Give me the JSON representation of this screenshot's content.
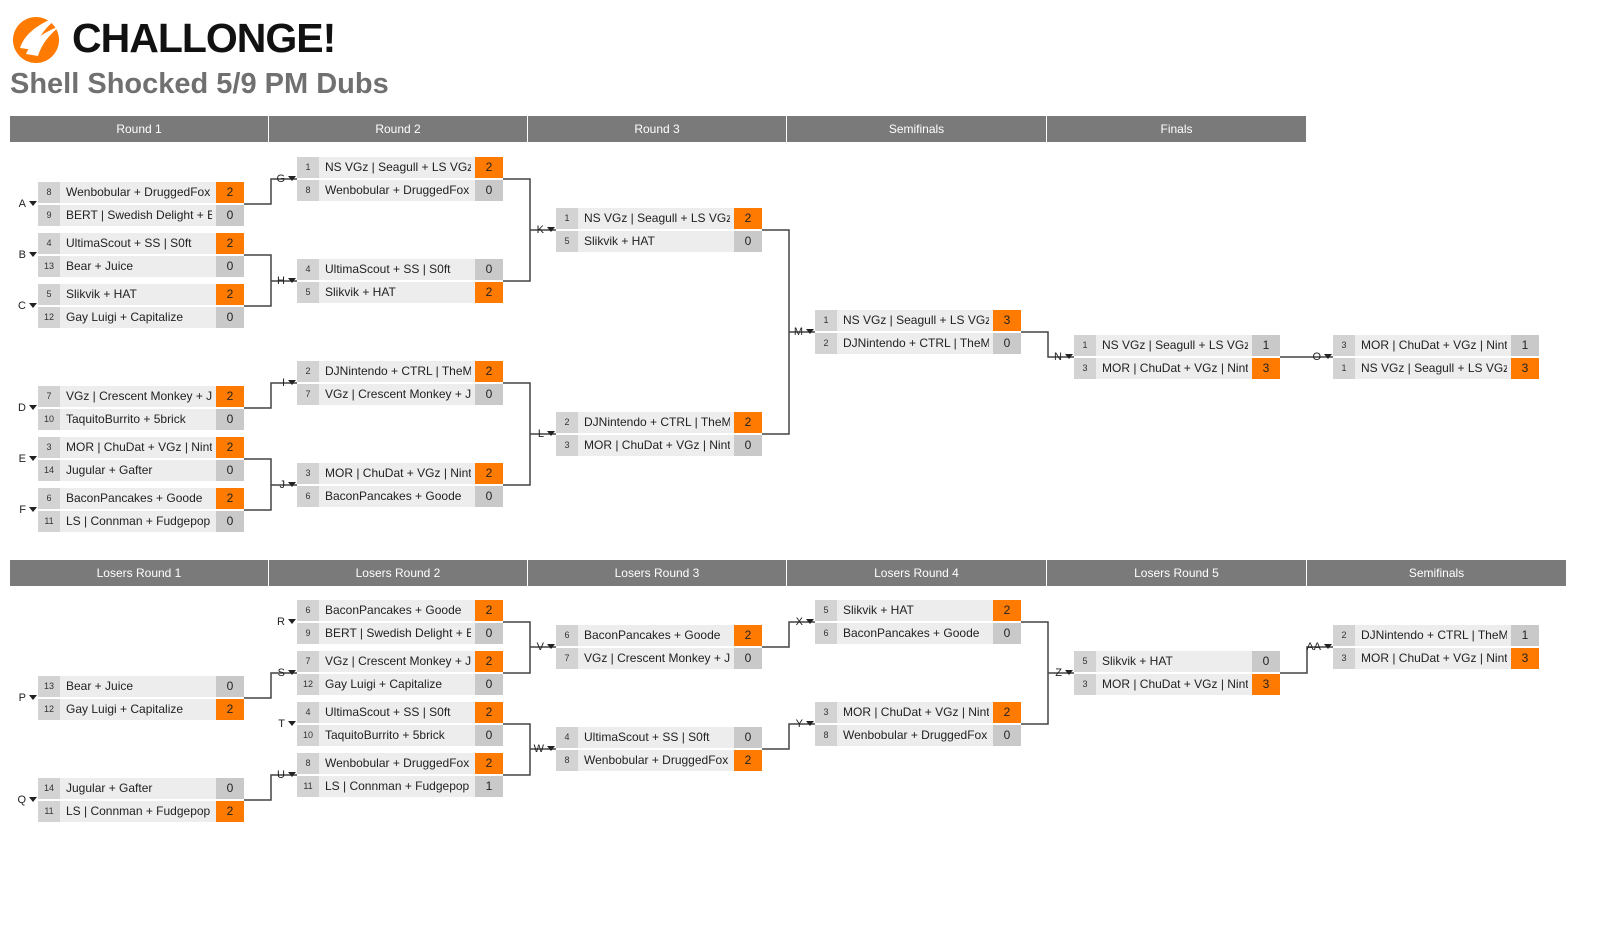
{
  "brand": {
    "logo_text": "CHALLONGE!",
    "logo_icon": "challonge-logo-icon",
    "accent": "#ff7a00"
  },
  "title": "Shell Shocked 5/9 PM Dubs",
  "rounds_top": [
    "Round 1",
    "Round 2",
    "Round 3",
    "Semifinals",
    "Finals"
  ],
  "rounds_bottom": [
    "Losers Round 1",
    "Losers Round 2",
    "Losers Round 3",
    "Losers Round 4",
    "Losers Round 5",
    "Semifinals"
  ],
  "matches": [
    {
      "label": "A",
      "top": {
        "seed": "8",
        "name": "Wenbobular + DruggedFox",
        "score": "2",
        "win": true
      },
      "bottom": {
        "seed": "9",
        "name": "BERT | Swedish Delight + Bowser",
        "score": "0",
        "win": false
      }
    },
    {
      "label": "B",
      "top": {
        "seed": "4",
        "name": "UltimaScout + SS | S0ft",
        "score": "2",
        "win": true
      },
      "bottom": {
        "seed": "13",
        "name": "Bear + Juice",
        "score": "0",
        "win": false
      }
    },
    {
      "label": "C",
      "top": {
        "seed": "5",
        "name": "Slikvik + HAT",
        "score": "2",
        "win": true
      },
      "bottom": {
        "seed": "12",
        "name": "Gay Luigi + Capitalize",
        "score": "0",
        "win": false
      }
    },
    {
      "label": "D",
      "top": {
        "seed": "7",
        "name": "VGz | Crescent Monkey + Jerry",
        "score": "2",
        "win": true
      },
      "bottom": {
        "seed": "10",
        "name": "TaquitoBurrito + 5brick",
        "score": "0",
        "win": false
      }
    },
    {
      "label": "E",
      "top": {
        "seed": "3",
        "name": "MOR | ChuDat + VGz | Nintendude",
        "score": "2",
        "win": true
      },
      "bottom": {
        "seed": "14",
        "name": "Jugular + Gafter",
        "score": "0",
        "win": false
      }
    },
    {
      "label": "F",
      "top": {
        "seed": "6",
        "name": "BaconPancakes + Goode",
        "score": "2",
        "win": true
      },
      "bottom": {
        "seed": "11",
        "name": "LS | Connman + Fudgepop",
        "score": "0",
        "win": false
      }
    },
    {
      "label": "G",
      "top": {
        "seed": "1",
        "name": "NS VGz | Seagull + LS VGz",
        "score": "2",
        "win": true
      },
      "bottom": {
        "seed": "8",
        "name": "Wenbobular + DruggedFox",
        "score": "0",
        "win": false
      }
    },
    {
      "label": "H",
      "top": {
        "seed": "4",
        "name": "UltimaScout + SS | S0ft",
        "score": "0",
        "win": false
      },
      "bottom": {
        "seed": "5",
        "name": "Slikvik + HAT",
        "score": "2",
        "win": true
      }
    },
    {
      "label": "I",
      "top": {
        "seed": "2",
        "name": "DJNintendo + CTRL | TheMoon",
        "score": "2",
        "win": true
      },
      "bottom": {
        "seed": "7",
        "name": "VGz | Crescent Monkey + Jerry",
        "score": "0",
        "win": false
      }
    },
    {
      "label": "J",
      "top": {
        "seed": "3",
        "name": "MOR | ChuDat + VGz | Nintendude",
        "score": "2",
        "win": true
      },
      "bottom": {
        "seed": "6",
        "name": "BaconPancakes + Goode",
        "score": "0",
        "win": false
      }
    },
    {
      "label": "K",
      "top": {
        "seed": "1",
        "name": "NS VGz | Seagull + LS VGz",
        "score": "2",
        "win": true
      },
      "bottom": {
        "seed": "5",
        "name": "Slikvik + HAT",
        "score": "0",
        "win": false
      }
    },
    {
      "label": "L",
      "top": {
        "seed": "2",
        "name": "DJNintendo + CTRL | TheMoon",
        "score": "2",
        "win": true
      },
      "bottom": {
        "seed": "3",
        "name": "MOR | ChuDat + VGz | Nintendude",
        "score": "0",
        "win": false
      }
    },
    {
      "label": "M",
      "top": {
        "seed": "1",
        "name": "NS VGz | Seagull + LS VGz",
        "score": "3",
        "win": true
      },
      "bottom": {
        "seed": "2",
        "name": "DJNintendo + CTRL | TheMoon",
        "score": "0",
        "win": false
      }
    },
    {
      "label": "N",
      "top": {
        "seed": "1",
        "name": "NS VGz | Seagull + LS VGz",
        "score": "1",
        "win": false
      },
      "bottom": {
        "seed": "3",
        "name": "MOR | ChuDat + VGz | Nintendude",
        "score": "3",
        "win": true
      }
    },
    {
      "label": "O",
      "top": {
        "seed": "3",
        "name": "MOR | ChuDat + VGz | Nintendude",
        "score": "1",
        "win": false
      },
      "bottom": {
        "seed": "1",
        "name": "NS VGz | Seagull + LS VGz",
        "score": "3",
        "win": true
      }
    },
    {
      "label": "P",
      "top": {
        "seed": "13",
        "name": "Bear + Juice",
        "score": "0",
        "win": false
      },
      "bottom": {
        "seed": "12",
        "name": "Gay Luigi + Capitalize",
        "score": "2",
        "win": true
      }
    },
    {
      "label": "Q",
      "top": {
        "seed": "14",
        "name": "Jugular + Gafter",
        "score": "0",
        "win": false
      },
      "bottom": {
        "seed": "11",
        "name": "LS | Connman + Fudgepop",
        "score": "2",
        "win": true
      }
    },
    {
      "label": "R",
      "top": {
        "seed": "6",
        "name": "BaconPancakes + Goode",
        "score": "2",
        "win": true
      },
      "bottom": {
        "seed": "9",
        "name": "BERT | Swedish Delight + Bowser",
        "score": "0",
        "win": false
      }
    },
    {
      "label": "S",
      "top": {
        "seed": "7",
        "name": "VGz | Crescent Monkey + Jerry",
        "score": "2",
        "win": true
      },
      "bottom": {
        "seed": "12",
        "name": "Gay Luigi + Capitalize",
        "score": "0",
        "win": false
      }
    },
    {
      "label": "T",
      "top": {
        "seed": "4",
        "name": "UltimaScout + SS | S0ft",
        "score": "2",
        "win": true
      },
      "bottom": {
        "seed": "10",
        "name": "TaquitoBurrito + 5brick",
        "score": "0",
        "win": false
      }
    },
    {
      "label": "U",
      "top": {
        "seed": "8",
        "name": "Wenbobular + DruggedFox",
        "score": "2",
        "win": true
      },
      "bottom": {
        "seed": "11",
        "name": "LS | Connman + Fudgepop",
        "score": "1",
        "win": false
      }
    },
    {
      "label": "V",
      "top": {
        "seed": "6",
        "name": "BaconPancakes + Goode",
        "score": "2",
        "win": true
      },
      "bottom": {
        "seed": "7",
        "name": "VGz | Crescent Monkey + Jerry",
        "score": "0",
        "win": false
      }
    },
    {
      "label": "W",
      "top": {
        "seed": "4",
        "name": "UltimaScout + SS | S0ft",
        "score": "0",
        "win": false
      },
      "bottom": {
        "seed": "8",
        "name": "Wenbobular + DruggedFox",
        "score": "2",
        "win": true
      }
    },
    {
      "label": "X",
      "top": {
        "seed": "5",
        "name": "Slikvik + HAT",
        "score": "2",
        "win": true
      },
      "bottom": {
        "seed": "6",
        "name": "BaconPancakes + Goode",
        "score": "0",
        "win": false
      }
    },
    {
      "label": "Y",
      "top": {
        "seed": "3",
        "name": "MOR | ChuDat + VGz | Nintendude",
        "score": "2",
        "win": true
      },
      "bottom": {
        "seed": "8",
        "name": "Wenbobular + DruggedFox",
        "score": "0",
        "win": false
      }
    },
    {
      "label": "Z",
      "top": {
        "seed": "5",
        "name": "Slikvik + HAT",
        "score": "0",
        "win": false
      },
      "bottom": {
        "seed": "3",
        "name": "MOR | ChuDat + VGz | Nintendude",
        "score": "3",
        "win": true
      }
    },
    {
      "label": "AA",
      "top": {
        "seed": "2",
        "name": "DJNintendo + CTRL | TheMoon",
        "score": "1",
        "win": false
      },
      "bottom": {
        "seed": "3",
        "name": "MOR | ChuDat + VGz | Nintendude",
        "score": "3",
        "win": true
      }
    }
  ]
}
